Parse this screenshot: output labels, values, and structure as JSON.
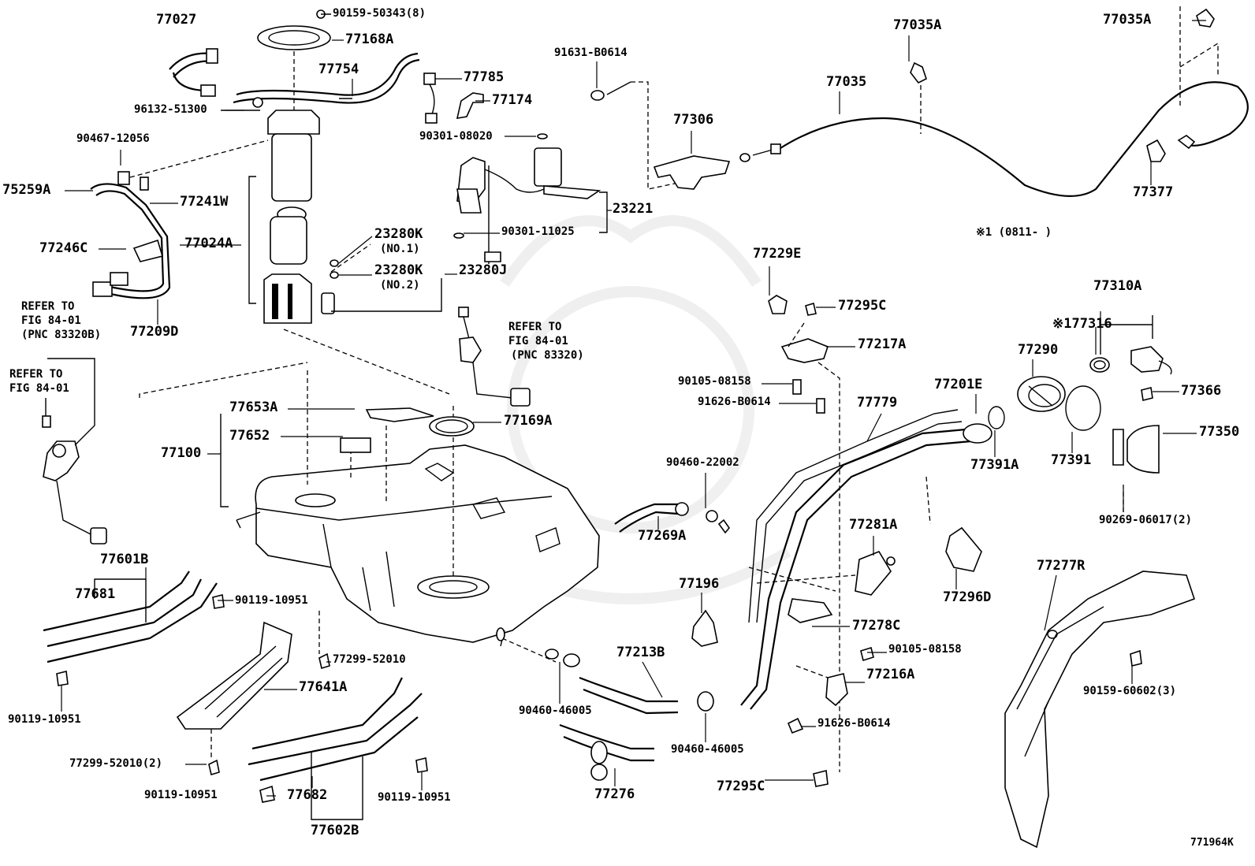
{
  "diagram": {
    "figure_id": "771964K",
    "note": "※1 (0811-      )",
    "labels": {
      "p77027": "77027",
      "p9015950343": "90159-50343(8)",
      "p77168A": "77168A",
      "p77754": "77754",
      "p77785": "77785",
      "p77174": "77174",
      "p9163B0614": "91631-B0614",
      "p77035A_1": "77035A",
      "p77035A_2": "77035A",
      "p77035": "77035",
      "p9613251300": "96132-51300",
      "p9046712056": "90467-12056",
      "p75259A": "75259A",
      "p77241W": "77241W",
      "p77246C": "77246C",
      "p77024A": "77024A",
      "p77209D": "77209D",
      "p9030108020": "90301-08020",
      "p77306": "77306",
      "p23221": "23221",
      "p9030111025": "90301-11025",
      "p23280K_1": "23280K",
      "p_no1": "(NO.1)",
      "p23280K_2": "23280K",
      "p_no2": "(NO.2)",
      "p23280J": "23280J",
      "p77377": "77377",
      "ref1_a": "REFER TO",
      "ref1_b": "FIG 84-01",
      "ref1_c": "(PNC 83320B)",
      "ref2_a": "REFER TO",
      "ref2_b": "FIG 84-01",
      "ref3_a": "REFER TO",
      "ref3_b": "FIG 84-01",
      "ref3_c": "(PNC 83320)",
      "p77229E": "77229E",
      "p77295C_1": "77295C",
      "p77217A": "77217A",
      "p9010508158_1": "90105-08158",
      "p91626B0614_1": "91626-B0614",
      "p77310A": "77310A",
      "p77316": "※177316",
      "p77290": "77290",
      "p77366": "77366",
      "p77779": "77779",
      "p77201E": "77201E",
      "p77653A": "77653A",
      "p77652": "77652",
      "p77169A": "77169A",
      "p77100": "77100",
      "p77350": "77350",
      "p9046022002": "90460-22002",
      "p77391A": "77391A",
      "p77391": "77391",
      "p9026906017": "90269-06017(2)",
      "p77269A": "77269A",
      "p77281A": "77281A",
      "p77601B": "77601B",
      "p77681": "77681",
      "p9011910951_1": "90119-10951",
      "p77277R": "77277R",
      "p77196": "77196",
      "p77296D": "77296D",
      "p77278C": "77278C",
      "p9010508158_2": "90105-08158",
      "p7729952010": "77299-52010",
      "p77213B": "77213B",
      "p77216A": "77216A",
      "p9011910951_2": "90119-10951",
      "p77641A": "77641A",
      "p9015960602": "90159-60602(3)",
      "p9046046005_1": "90460-46005",
      "p91626B0614_2": "91626-B0614",
      "p9046046005_2": "90460-46005",
      "p7729952010_2": "77299-52010(2)",
      "p77295C_2": "77295C",
      "p9011910951_3": "90119-10951",
      "p9011910951_4": "90119-10951",
      "p77682": "77682",
      "p77276": "77276",
      "p77602B": "77602B"
    }
  }
}
